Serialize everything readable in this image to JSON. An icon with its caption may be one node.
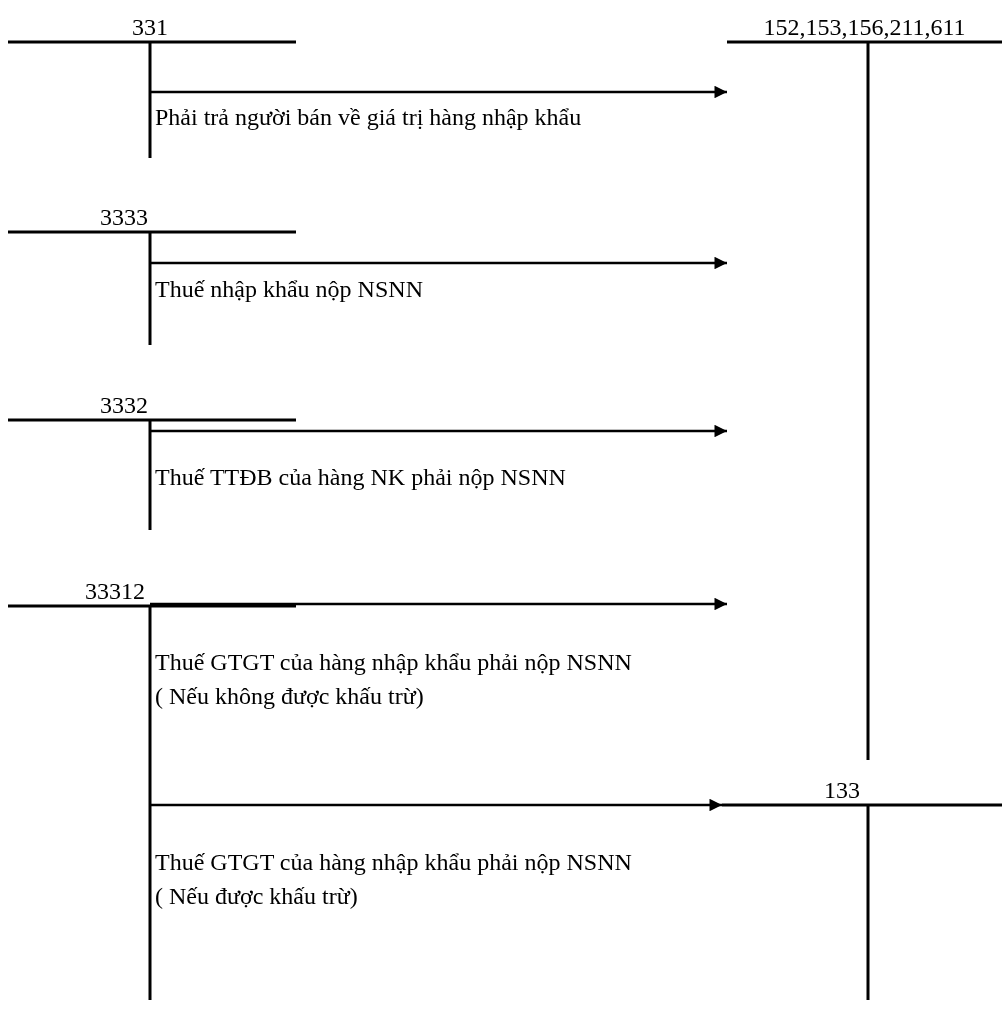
{
  "diagram": {
    "nodes": [
      {
        "text": [
          "331"
        ]
      },
      {
        "text": [
          "152,153,156,211,611"
        ]
      },
      {
        "text": [
          "3333"
        ]
      },
      {
        "text": [
          "3332"
        ]
      },
      {
        "text": [
          "33312"
        ]
      },
      {
        "text": [
          "133"
        ]
      }
    ],
    "edges": [
      {
        "from": 0,
        "to": 1,
        "arrow": "to",
        "label": "Phải trả người bán về giá trị hàng nhập khẩu"
      },
      {
        "from": 2,
        "to": 1,
        "arrow": "to",
        "label": "Thuế nhập khẩu nộp NSNN"
      },
      {
        "from": 3,
        "to": 1,
        "arrow": "to",
        "label": "Thuế TTĐB của hàng NK phải nộp NSNN"
      },
      {
        "from": 4,
        "to": 1,
        "arrow": "to",
        "label": "Thuế GTGT của hàng nhập khẩu phải nộp NSNN ( Nếu không được khấu trừ)"
      },
      {
        "from": 4,
        "to": 5,
        "arrow": "to",
        "label": "Thuế GTGT của hàng nhập khẩu phải nộp NSNN ( Nếu được khấu trừ)"
      }
    ]
  }
}
